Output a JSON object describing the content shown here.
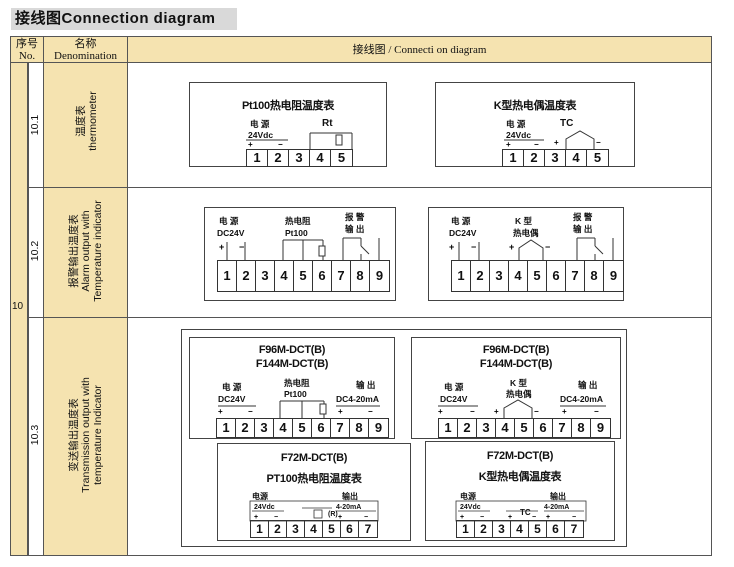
{
  "heading": "接线图Connection diagram",
  "header": {
    "no_cn": "序号",
    "no_en": "No.",
    "den_cn": "名称",
    "den_en": "Denomination",
    "diagram": "接线图 / Connecti on diagram"
  },
  "group_no": "10",
  "rows": [
    {
      "no": "10.1",
      "name_cn": "温度表",
      "name_en": "thermometer",
      "boxes": [
        {
          "title": "Pt100热电阻温度表",
          "power_label": "电 源",
          "power_spec": "24Vdc",
          "sensor_label": "Rt",
          "terminals": [
            "1",
            "2",
            "3",
            "4",
            "5"
          ]
        },
        {
          "title": "K型热电偶温度表",
          "power_label": "电 源",
          "power_spec": "24Vdc",
          "sensor_label": "TC",
          "terminals": [
            "1",
            "2",
            "3",
            "4",
            "5"
          ]
        }
      ]
    },
    {
      "no": "10.2",
      "name_cn": "报警输出温度表",
      "name_en": "Alarm output with",
      "name_en2": "Temperature indicator",
      "boxes": [
        {
          "power_label": "电 源",
          "power_spec": "DC24V",
          "sensor_label": "热电阻",
          "sensor_spec": "Pt100",
          "alarm_label": "报 警",
          "alarm_label2": "输 出",
          "terminals": [
            "1",
            "2",
            "3",
            "4",
            "5",
            "6",
            "7",
            "8",
            "9"
          ]
        },
        {
          "power_label": "电 源",
          "power_spec": "DC24V",
          "sensor_label": "K 型",
          "sensor_spec": "热电偶",
          "alarm_label": "报 警",
          "alarm_label2": "输 出",
          "terminals": [
            "1",
            "2",
            "3",
            "4",
            "5",
            "6",
            "7",
            "8",
            "9"
          ]
        }
      ]
    },
    {
      "no": "10.3",
      "name_cn": "变送输出温度表",
      "name_en": "Transmission output with",
      "name_en2": "temperature Indicator",
      "boxes": [
        {
          "title": "F96M-DCT(B)",
          "title2": "F144M-DCT(B)",
          "power_label": "电 源",
          "power_spec": "DC24V",
          "sensor_label": "热电阻",
          "sensor_spec": "Pt100",
          "out_label": "输 出",
          "out_spec": "DC4-20mA",
          "terminals": [
            "1",
            "2",
            "3",
            "4",
            "5",
            "6",
            "7",
            "8",
            "9"
          ]
        },
        {
          "title": "F96M-DCT(B)",
          "title2": "F144M-DCT(B)",
          "power_label": "电 源",
          "power_spec": "DC24V",
          "sensor_label": "K 型",
          "sensor_spec": "热电偶",
          "out_label": "输 出",
          "out_spec": "DC4-20mA",
          "terminals": [
            "1",
            "2",
            "3",
            "4",
            "5",
            "6",
            "7",
            "8",
            "9"
          ]
        },
        {
          "title": "F72M-DCT(B)",
          "title2": "PT100热电阻温度表",
          "power_label": "电源",
          "power_spec": "24Vdc",
          "sensor_label": "(R)",
          "out_label": "输出",
          "out_spec": "4-20mA",
          "terminals": [
            "1",
            "2",
            "3",
            "4",
            "5",
            "6",
            "7"
          ]
        },
        {
          "title": "F72M-DCT(B)",
          "title2": "K型热电偶温度表",
          "power_label": "电源",
          "power_spec": "24Vdc",
          "sensor_label": "TC",
          "out_label": "输出",
          "out_spec": "4-20mA",
          "terminals": [
            "1",
            "2",
            "3",
            "4",
            "5",
            "6",
            "7"
          ]
        }
      ]
    }
  ]
}
